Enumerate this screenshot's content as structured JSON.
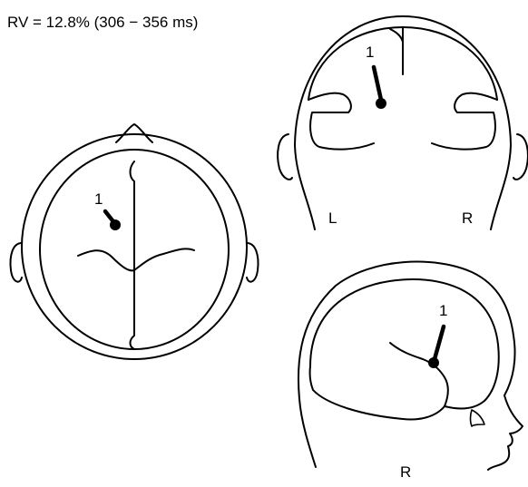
{
  "caption": "RV = 12.8% (306 − 356 ms)",
  "views": {
    "top": {
      "dipole_label": "1"
    },
    "back": {
      "dipole_label": "1",
      "left_label": "L",
      "right_label": "R"
    },
    "side": {
      "dipole_label": "1",
      "side_label": "R"
    }
  }
}
